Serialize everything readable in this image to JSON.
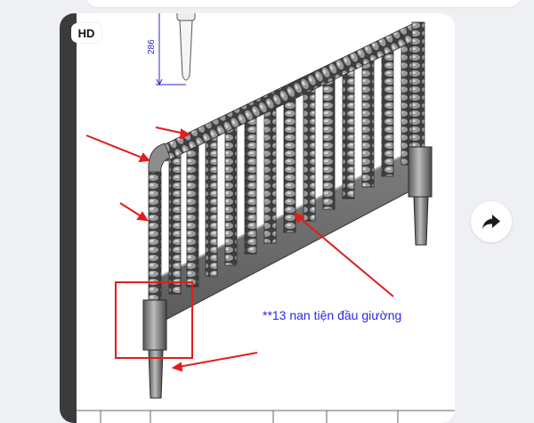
{
  "message": {
    "badge": "HD",
    "image": {
      "dimension_label": "286",
      "annotation": "**13 nan tiện đầu giường"
    }
  },
  "share_button": {
    "icon": "share-arrow-icon"
  },
  "colors": {
    "annotation": "#2a2ae0",
    "arrow": "#e11d1d",
    "highlight_box": "#e11d1d"
  }
}
